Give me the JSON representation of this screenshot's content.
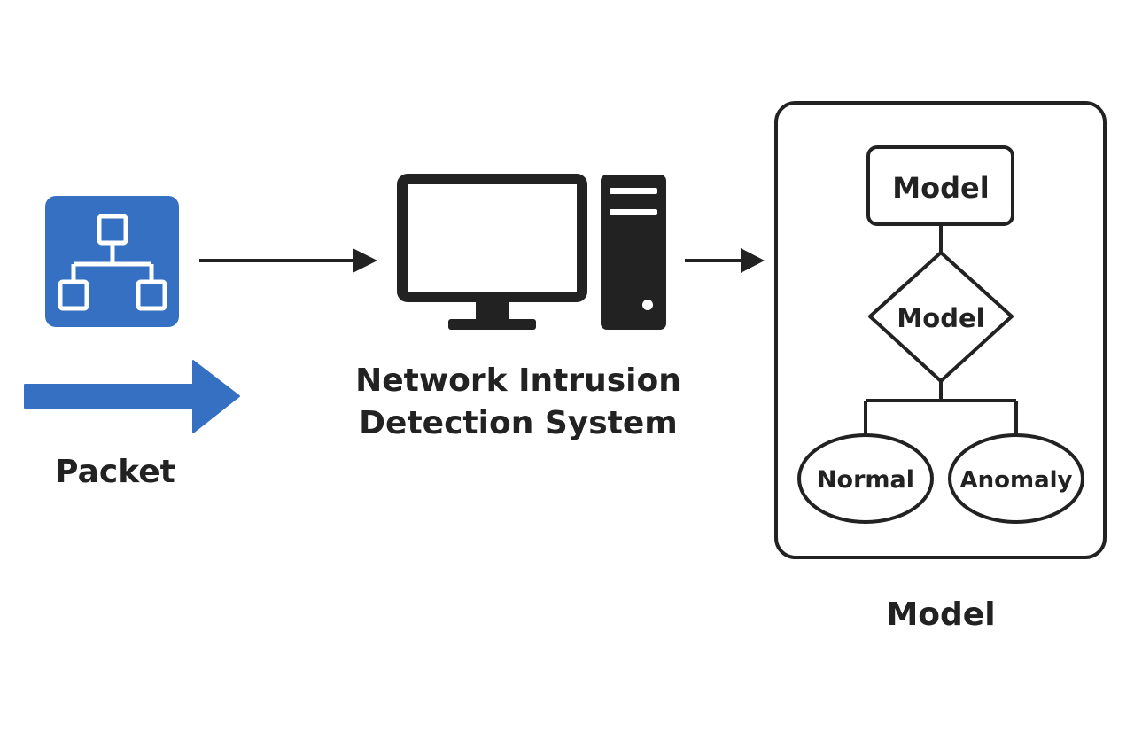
{
  "labels": {
    "packet": "Packet",
    "nids_line1": "Network Intrusion",
    "nids_line2": "Detection System",
    "model_caption": "Model"
  },
  "flowchart": {
    "top_box": "Model",
    "decision": "Model",
    "branch_left": "Normal",
    "branch_right": "Anomaly"
  },
  "icons": {
    "packet": "network-topology-icon",
    "packet_arrow": "right-arrow-icon",
    "nids": "desktop-computer-icon"
  },
  "colors": {
    "accent_blue": "#3570C2",
    "ink": "#222222",
    "background": "#FFFFFF"
  }
}
